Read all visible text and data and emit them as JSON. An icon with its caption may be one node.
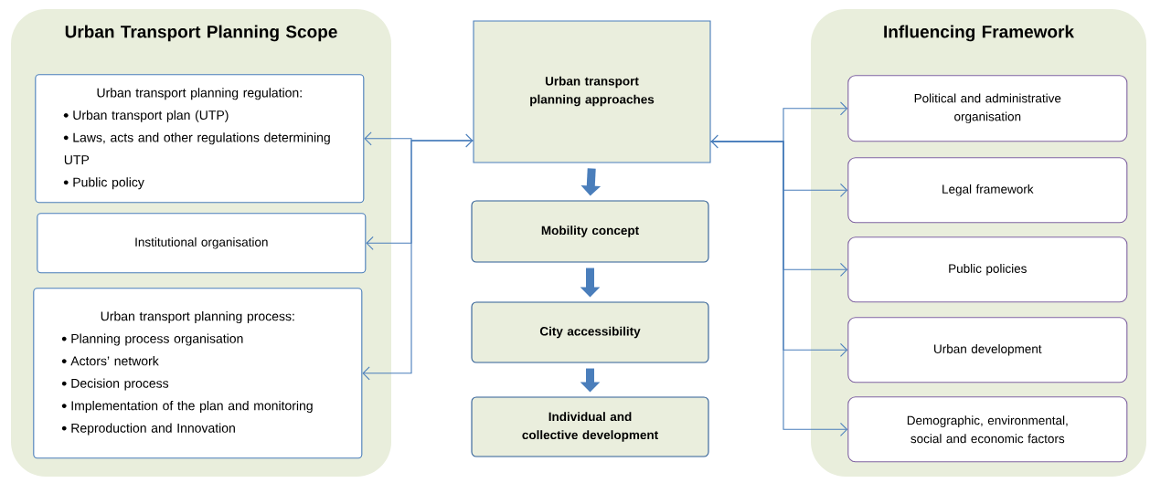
{
  "diagram": {
    "nodes": [
      {
        "text": [
          "Urban Transport Planning Scope"
        ]
      },
      {
        "text": [
          "Urban transport planning regulation:",
          "Urban transport plan (UTP)",
          "Laws, acts and other regulations determining UTP",
          "Public policy"
        ],
        "in": 0
      },
      {
        "text": [
          "Institutional organisation"
        ],
        "in": 0
      },
      {
        "text": [
          "Urban transport planning process:",
          "Planning process organisation",
          "Actors’ network",
          "Decision process",
          "Implementation of the plan and monitoring",
          "Reproduction and Innovation"
        ],
        "in": 0
      },
      {
        "text": [
          "Urban transport planning approaches"
        ]
      },
      {
        "text": [
          "Mobility concept"
        ]
      },
      {
        "text": [
          "City accessibility"
        ]
      },
      {
        "text": [
          "Individual and collective development"
        ]
      },
      {
        "text": [
          "Influencing Framework"
        ]
      },
      {
        "text": [
          "Political and administrative organisation"
        ],
        "in": 8
      },
      {
        "text": [
          "Legal framework"
        ],
        "in": 8
      },
      {
        "text": [
          "Public policies"
        ],
        "in": 8
      },
      {
        "text": [
          "Urban development"
        ],
        "in": 8
      },
      {
        "text": [
          "Demographic, environmental, social and economic factors"
        ],
        "in": 8
      }
    ],
    "edges": [
      {
        "from": 4,
        "to": 1,
        "arrow": "both"
      },
      {
        "from": 4,
        "to": 2,
        "arrow": "to"
      },
      {
        "from": 4,
        "to": 3,
        "arrow": "to"
      },
      {
        "from": 4,
        "to": 9,
        "arrow": "both"
      },
      {
        "from": 4,
        "to": 10,
        "arrow": "to"
      },
      {
        "from": 4,
        "to": 11,
        "arrow": "to"
      },
      {
        "from": 4,
        "to": 12,
        "arrow": "to"
      },
      {
        "from": 4,
        "to": 13,
        "arrow": "to"
      },
      {
        "from": 4,
        "to": 5,
        "arrow": "to",
        "style": "thick"
      },
      {
        "from": 5,
        "to": 6,
        "arrow": "to",
        "style": "thick"
      },
      {
        "from": 6,
        "to": 7,
        "arrow": "to",
        "style": "thick"
      }
    ]
  }
}
